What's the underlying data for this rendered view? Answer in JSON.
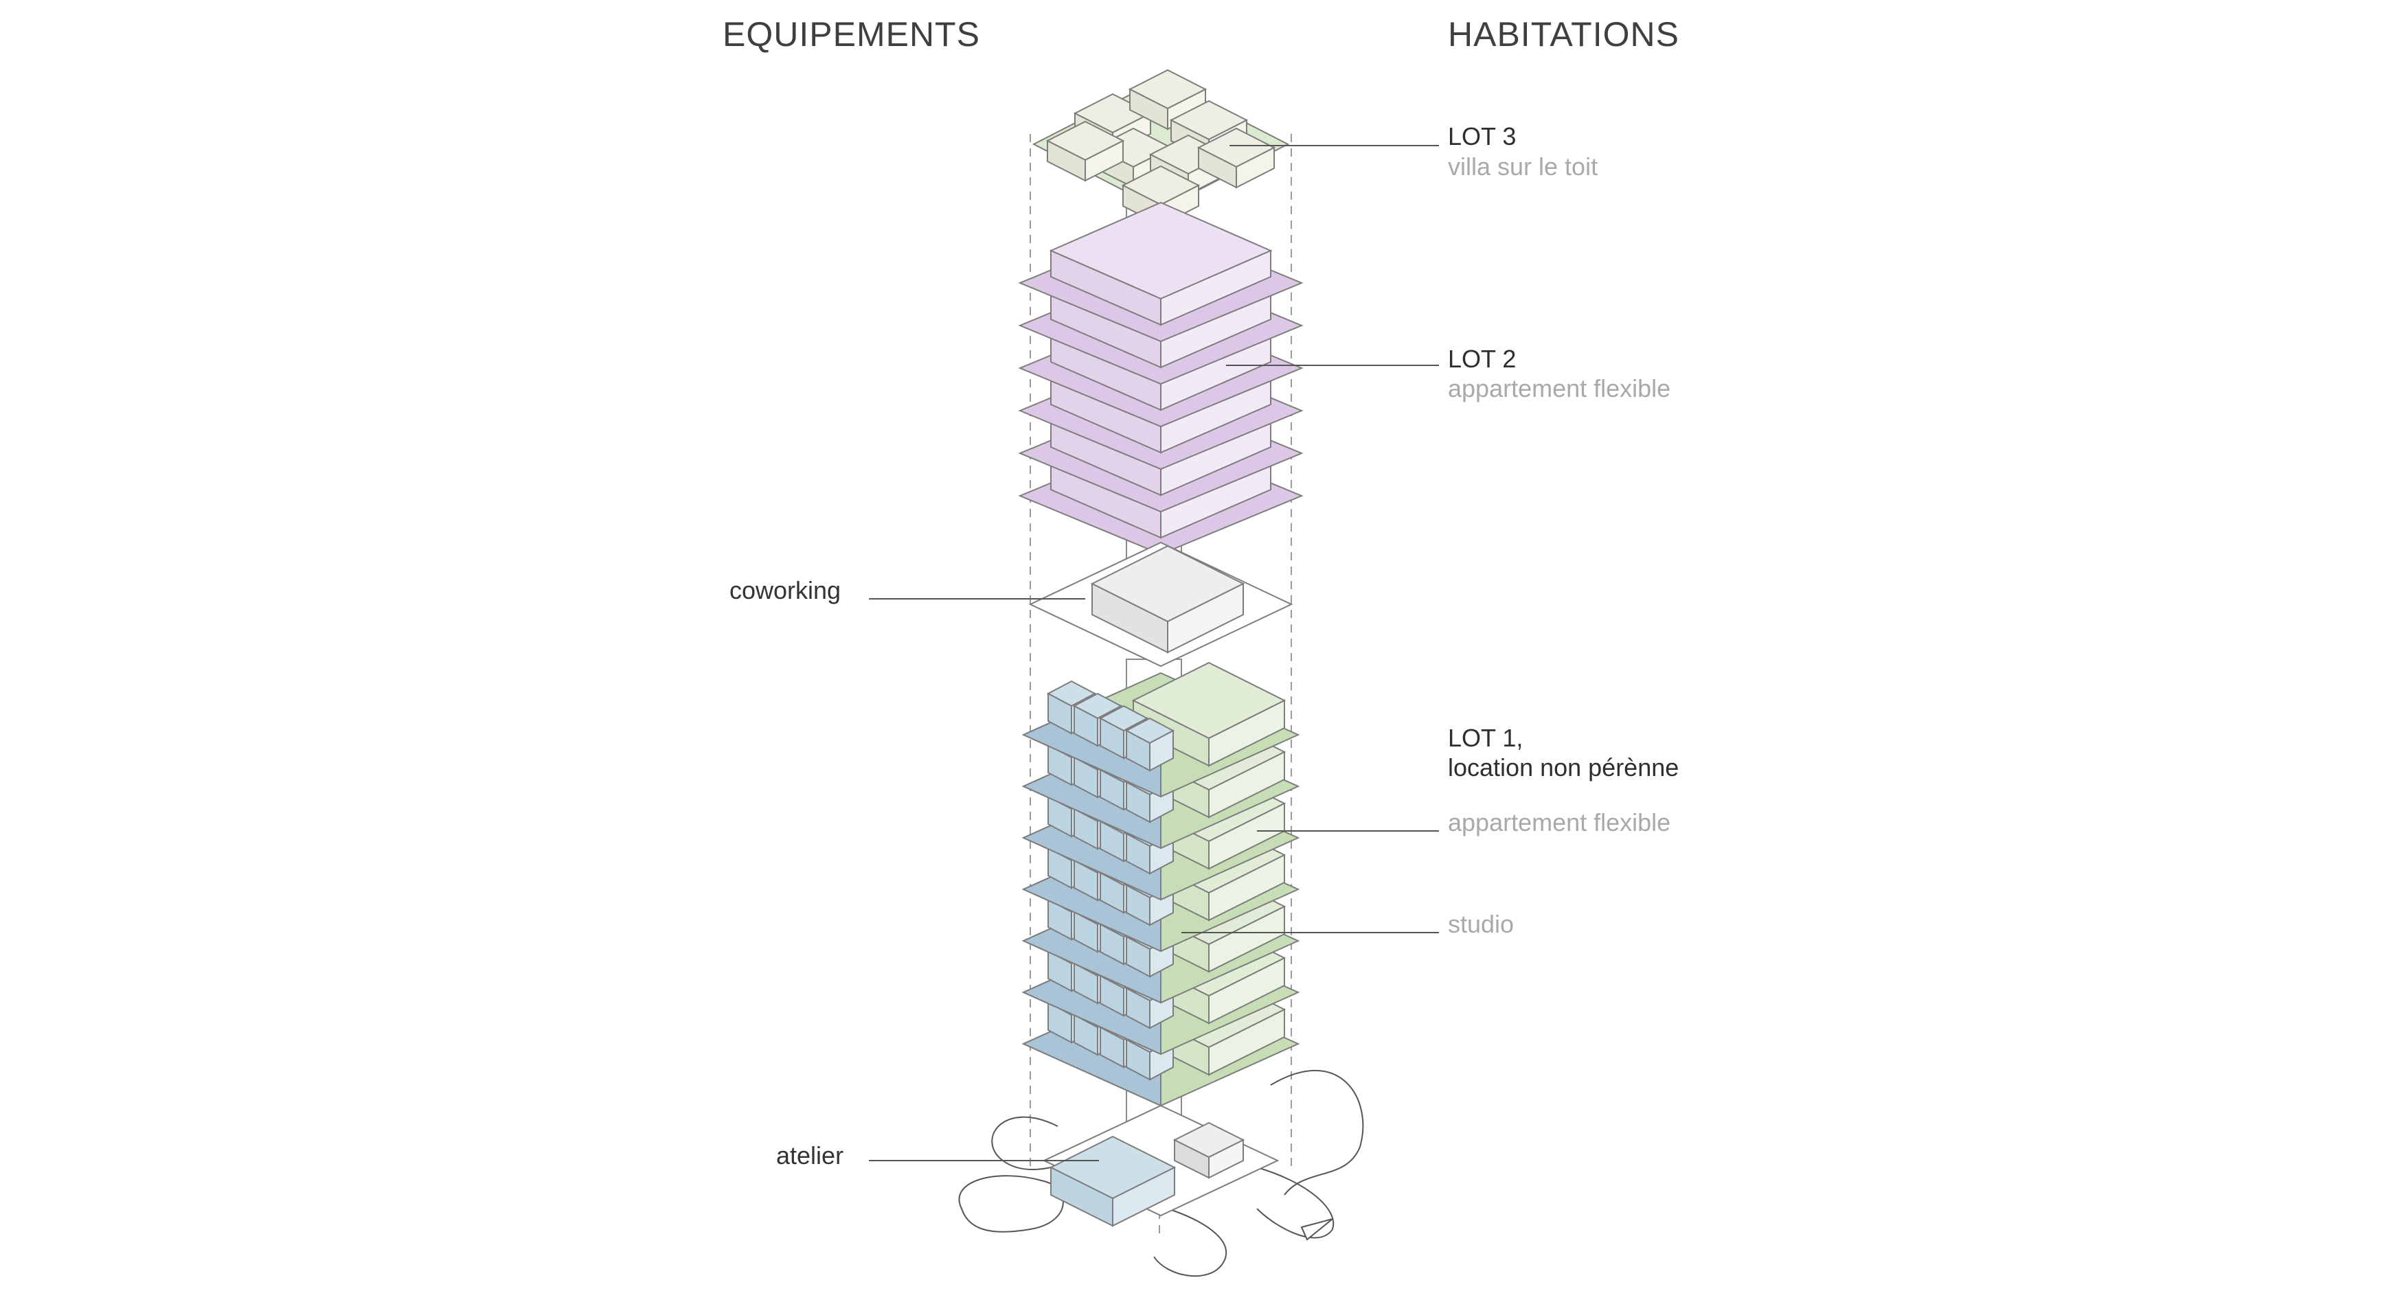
{
  "headings": {
    "left": "EQUIPEMENTS",
    "right": "HABITATIONS"
  },
  "habitations": {
    "lot3": {
      "title": "LOT 3",
      "subtitle": "villa sur le toit"
    },
    "lot2": {
      "title": "LOT 2",
      "subtitle": "appartement flexible"
    },
    "lot1": {
      "title_line1": "LOT 1,",
      "title_line2": "location non pérènne",
      "item_flexible": "appartement flexible",
      "item_studio": "studio"
    }
  },
  "equipements": {
    "coworking": "coworking",
    "atelier": "atelier"
  },
  "colors": {
    "lot3_green": "#dcebd0",
    "lot3_cream": "#eeeee3",
    "lot2_lilac": "#ede0f3",
    "lot2_lilac_plate": "#dcc8e6",
    "lot1_blue": "#cddfe9",
    "lot1_blue_plate": "#a9c4d6",
    "lot1_green": "#e2edd7",
    "lot1_green_plate": "#c7ddb6",
    "coworking_grey": "#eeeeee",
    "core_white": "#ffffff",
    "stroke": "#7d7d7d"
  }
}
